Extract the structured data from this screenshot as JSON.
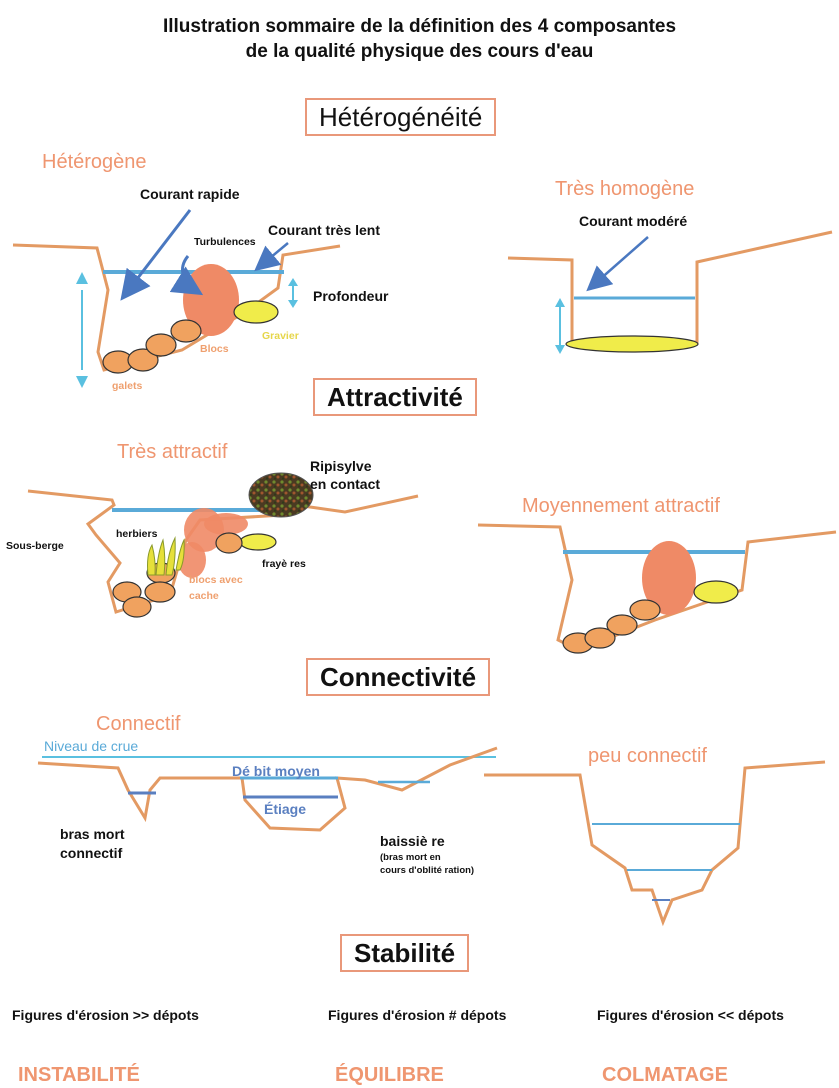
{
  "title": {
    "line1": "Illustration sommaire de la définition des 4 composantes",
    "line2": "de la qualité physique des cours d'eau"
  },
  "colors": {
    "bank": "#e39a63",
    "water": "#5aaad8",
    "block": "#ef8a66",
    "pebble": "#f0a25f",
    "gravel": "#f0ec4a",
    "label": "#ef9670"
  },
  "sections": {
    "heterogeneite": {
      "heading": "Hétérogénéité",
      "left": {
        "label": "Hétérogène",
        "courant_rapide": "Courant rapide",
        "turbulences": "Turbulences",
        "courant_lent": "Courant très lent",
        "profondeur": "Profondeur",
        "blocs": "Blocs",
        "gravier": "Gravier",
        "galets": "galets"
      },
      "right": {
        "label": "Très homogène",
        "courant": "Courant modéré"
      }
    },
    "attractivite": {
      "heading": "Attractivité",
      "left": {
        "label": "Très attractif",
        "ripisylve_1": "Ripisylve",
        "ripisylve_2": "en contact",
        "sous_berge": "Sous-berge",
        "herbiers": "herbiers",
        "frayeres": "frayè res",
        "blocs_1": "blocs avec",
        "blocs_2": "cache"
      },
      "right": {
        "label": "Moyennement attractif"
      }
    },
    "connectivite": {
      "heading": "Connectivité",
      "left": {
        "label": "Connectif",
        "niveau_crue": "Niveau de crue",
        "debit_moyen": "Dé bit moyen",
        "etiage": "Étiage",
        "bras_mort_1": "bras mort",
        "bras_mort_2": "connectif",
        "baissiere": "baissiè re",
        "baissiere_note_1": "(bras mort en",
        "baissiere_note_2": "cours d'oblité ration)"
      },
      "right": {
        "label": "peu connectif"
      }
    },
    "stabilite": {
      "heading": "Stabilité",
      "columns": [
        {
          "caption": "Figures d'érosion >> dépots",
          "state": "INSTABILITÉ"
        },
        {
          "caption": "Figures d'érosion # dépots",
          "state": "ÉQUILIBRE"
        },
        {
          "caption": "Figures d'érosion << dépots",
          "state": "COLMATAGE"
        }
      ]
    }
  }
}
